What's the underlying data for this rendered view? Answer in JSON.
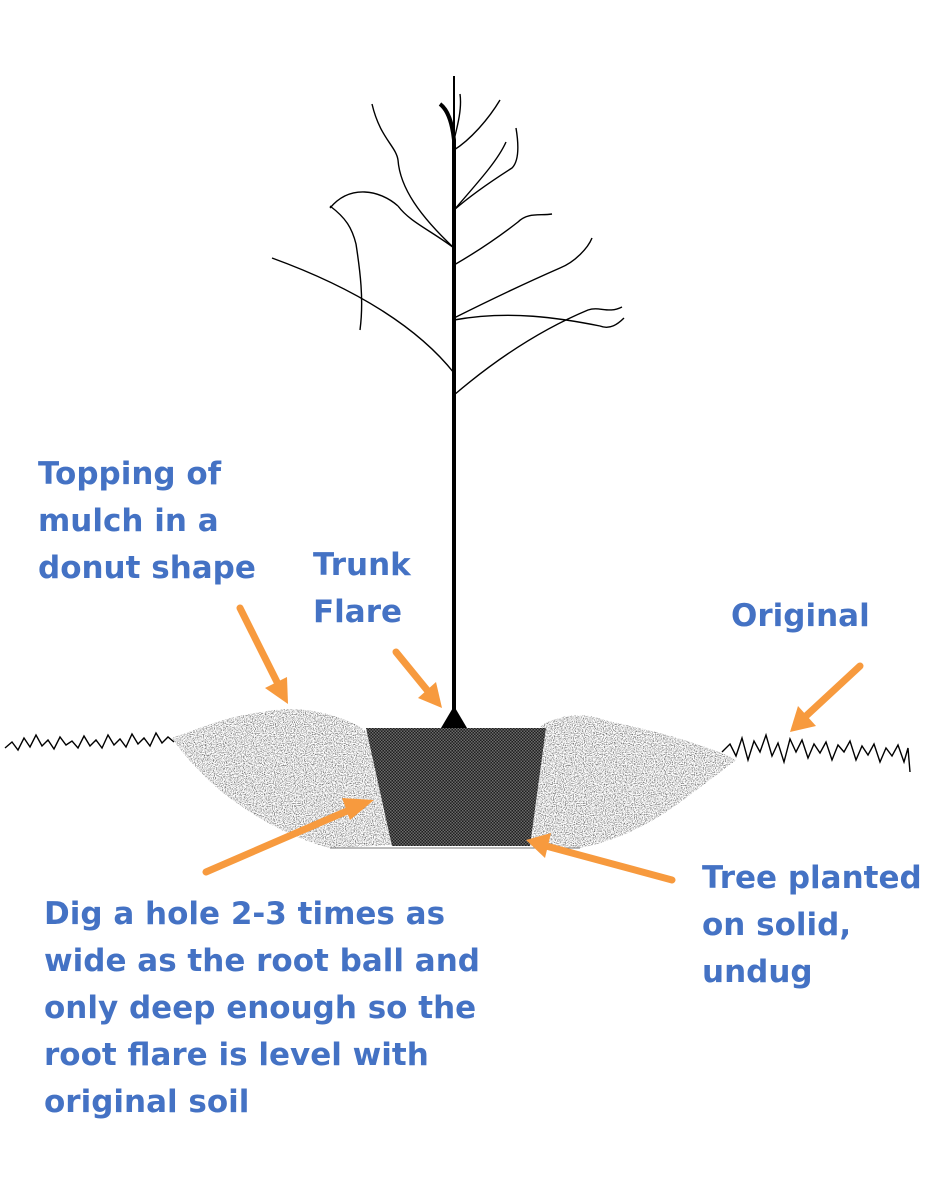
{
  "labels": {
    "mulch": "Topping of\nmulch in a\ndonut shape",
    "trunk_flare": "Trunk\nFlare",
    "original": "Original",
    "dig_hole": "Dig a hole 2-3 times as\nwide as the root ball and\nonly deep enough so the\nroot flare is level with\noriginal soil",
    "tree_planted": "Tree planted\non solid,\nundug"
  },
  "colors": {
    "label_text": "#4472C4",
    "arrow": "#F79A3E",
    "soil": "#3a3a3a",
    "root_ball": "#2b2b2b",
    "tree": "#000000"
  }
}
